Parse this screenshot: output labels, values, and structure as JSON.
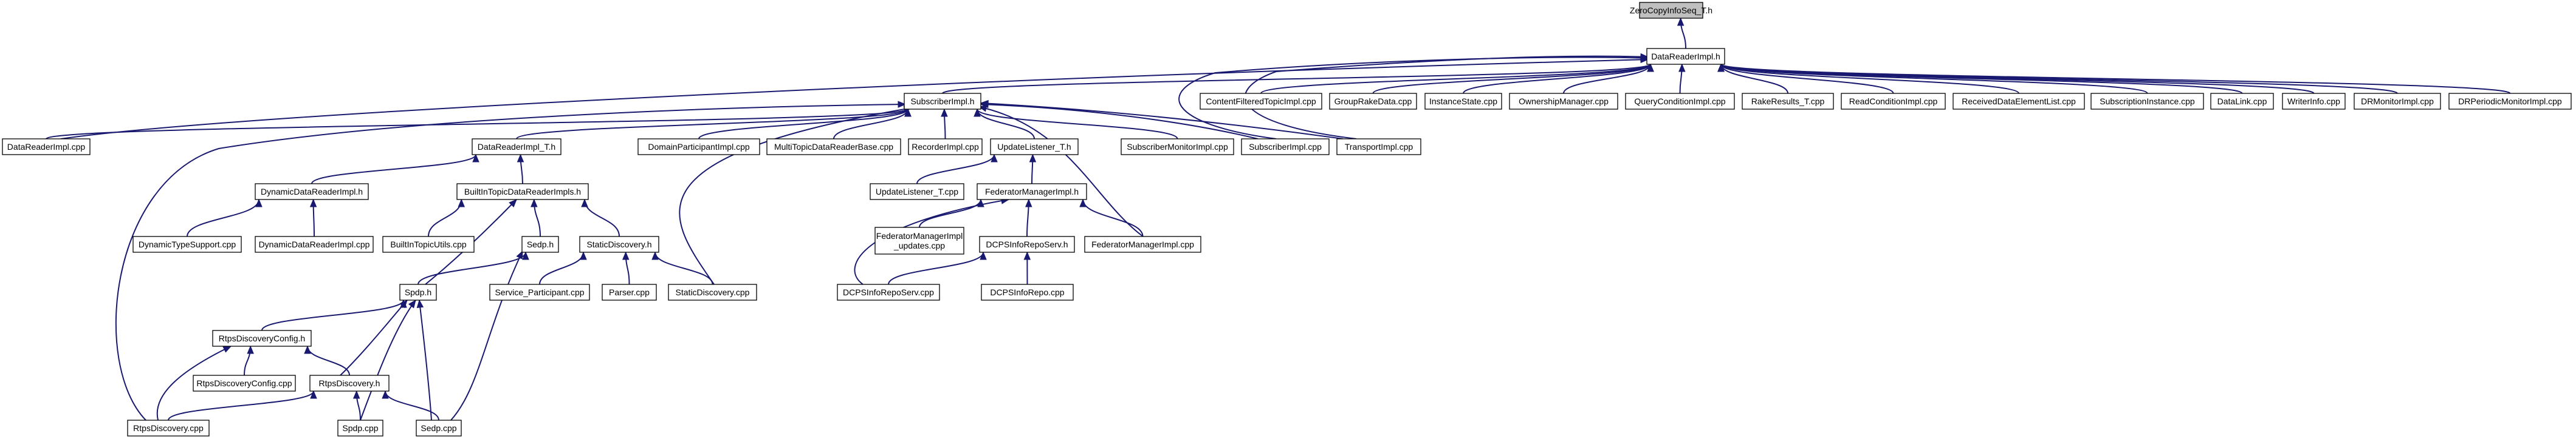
{
  "diagram": {
    "nodes": [
      {
        "id": "zerocopy",
        "label": "ZeroCopyInfoSeq_T.h",
        "root": true
      },
      {
        "id": "dri_h",
        "label": "DataReaderImpl.h"
      },
      {
        "id": "subimpl_h",
        "label": "SubscriberImpl.h"
      },
      {
        "id": "cft",
        "label": "ContentFilteredTopicImpl.cpp"
      },
      {
        "id": "grd",
        "label": "GroupRakeData.cpp"
      },
      {
        "id": "inst",
        "label": "InstanceState.cpp"
      },
      {
        "id": "own",
        "label": "OwnershipManager.cpp"
      },
      {
        "id": "qc",
        "label": "QueryConditionImpl.cpp"
      },
      {
        "id": "rake",
        "label": "RakeResults_T.cpp"
      },
      {
        "id": "readc",
        "label": "ReadConditionImpl.cpp"
      },
      {
        "id": "rdel",
        "label": "ReceivedDataElementList.cpp"
      },
      {
        "id": "subinst",
        "label": "SubscriptionInstance.cpp"
      },
      {
        "id": "dlink",
        "label": "DataLink.cpp"
      },
      {
        "id": "winfo",
        "label": "WriterInfo.cpp"
      },
      {
        "id": "drmon",
        "label": "DRMonitorImpl.cpp"
      },
      {
        "id": "drper",
        "label": "DRPeriodicMonitorImpl.cpp"
      },
      {
        "id": "dri_cpp",
        "label": "DataReaderImpl.cpp"
      },
      {
        "id": "dri_t",
        "label": "DataReaderImpl_T.h"
      },
      {
        "id": "dpi",
        "label": "DomainParticipantImpl.cpp"
      },
      {
        "id": "mtdrb",
        "label": "MultiTopicDataReaderBase.cpp"
      },
      {
        "id": "recimpl",
        "label": "RecorderImpl.cpp"
      },
      {
        "id": "ul_t_h",
        "label": "UpdateListener_T.h"
      },
      {
        "id": "submon",
        "label": "SubscriberMonitorImpl.cpp"
      },
      {
        "id": "subimpl_cpp",
        "label": "SubscriberImpl.cpp"
      },
      {
        "id": "transport",
        "label": "TransportImpl.cpp"
      },
      {
        "id": "ddri_h",
        "label": "DynamicDataReaderImpl.h"
      },
      {
        "id": "bitdri_h",
        "label": "BuiltInTopicDataReaderImpls.h"
      },
      {
        "id": "ul_t_cpp",
        "label": "UpdateListener_T.cpp"
      },
      {
        "id": "fmi_h",
        "label": "FederatorManagerImpl.h"
      },
      {
        "id": "dts",
        "label": "DynamicTypeSupport.cpp"
      },
      {
        "id": "ddri_cpp",
        "label": "DynamicDataReaderImpl.cpp"
      },
      {
        "id": "bitu",
        "label": "BuiltInTopicUtils.cpp"
      },
      {
        "id": "sedp_h",
        "label": "Sedp.h"
      },
      {
        "id": "sd_h",
        "label": "StaticDiscovery.h"
      },
      {
        "id": "fmi_upd",
        "label": "FederatorManagerImpl\n_updates.cpp"
      },
      {
        "id": "dcps_serv_h",
        "label": "DCPSInfoRepoServ.h"
      },
      {
        "id": "fmi_cpp",
        "label": "FederatorManagerImpl.cpp"
      },
      {
        "id": "spdp_h",
        "label": "Spdp.h"
      },
      {
        "id": "svc",
        "label": "Service_Participant.cpp"
      },
      {
        "id": "parser",
        "label": "Parser.cpp"
      },
      {
        "id": "sd_cpp",
        "label": "StaticDiscovery.cpp"
      },
      {
        "id": "dcps_serv_cpp",
        "label": "DCPSInfoRepoServ.cpp"
      },
      {
        "id": "dcps_repo",
        "label": "DCPSInfoRepo.cpp"
      },
      {
        "id": "rdc_h",
        "label": "RtpsDiscoveryConfig.h"
      },
      {
        "id": "rdc_cpp",
        "label": "RtpsDiscoveryConfig.cpp"
      },
      {
        "id": "rd_h",
        "label": "RtpsDiscovery.h"
      },
      {
        "id": "rd_cpp",
        "label": "RtpsDiscovery.cpp"
      },
      {
        "id": "spdp_cpp",
        "label": "Spdp.cpp"
      },
      {
        "id": "sedp_cpp",
        "label": "Sedp.cpp"
      }
    ],
    "edges": [
      [
        "dri_h",
        "zerocopy"
      ],
      [
        "subimpl_h",
        "dri_h"
      ],
      [
        "cft",
        "dri_h"
      ],
      [
        "grd",
        "dri_h"
      ],
      [
        "inst",
        "dri_h"
      ],
      [
        "own",
        "dri_h"
      ],
      [
        "qc",
        "dri_h"
      ],
      [
        "rake",
        "dri_h"
      ],
      [
        "readc",
        "dri_h"
      ],
      [
        "rdel",
        "dri_h"
      ],
      [
        "subinst",
        "dri_h"
      ],
      [
        "dlink",
        "dri_h"
      ],
      [
        "winfo",
        "dri_h"
      ],
      [
        "drmon",
        "dri_h"
      ],
      [
        "drper",
        "dri_h"
      ],
      [
        "dri_cpp",
        "dri_h"
      ],
      [
        "subimpl_cpp",
        "dri_h"
      ],
      [
        "transport",
        "dri_h"
      ],
      [
        "dri_cpp",
        "subimpl_h"
      ],
      [
        "dri_t",
        "subimpl_h"
      ],
      [
        "dpi",
        "subimpl_h"
      ],
      [
        "mtdrb",
        "subimpl_h"
      ],
      [
        "recimpl",
        "subimpl_h"
      ],
      [
        "ul_t_h",
        "subimpl_h"
      ],
      [
        "submon",
        "subimpl_h"
      ],
      [
        "subimpl_cpp",
        "subimpl_h"
      ],
      [
        "transport",
        "subimpl_h"
      ],
      [
        "fmi_cpp",
        "subimpl_h"
      ],
      [
        "sd_cpp",
        "subimpl_h"
      ],
      [
        "rd_cpp",
        "subimpl_h"
      ],
      [
        "ddri_h",
        "dri_t"
      ],
      [
        "bitdri_h",
        "dri_t"
      ],
      [
        "ul_t_cpp",
        "ul_t_h"
      ],
      [
        "fmi_h",
        "ul_t_h"
      ],
      [
        "dts",
        "ddri_h"
      ],
      [
        "ddri_cpp",
        "ddri_h"
      ],
      [
        "bitu",
        "bitdri_h"
      ],
      [
        "sedp_h",
        "bitdri_h"
      ],
      [
        "sd_h",
        "bitdri_h"
      ],
      [
        "spdp_h",
        "bitdri_h"
      ],
      [
        "fmi_upd",
        "fmi_h"
      ],
      [
        "dcps_serv_h",
        "fmi_h"
      ],
      [
        "fmi_cpp",
        "fmi_h"
      ],
      [
        "dcps_serv_cpp",
        "fmi_h"
      ],
      [
        "spdp_h",
        "sedp_h"
      ],
      [
        "sedp_cpp",
        "sedp_h"
      ],
      [
        "svc",
        "sd_h"
      ],
      [
        "parser",
        "sd_h"
      ],
      [
        "sd_cpp",
        "sd_h"
      ],
      [
        "dcps_serv_cpp",
        "dcps_serv_h"
      ],
      [
        "dcps_repo",
        "dcps_serv_h"
      ],
      [
        "rdc_h",
        "spdp_h"
      ],
      [
        "rd_h",
        "spdp_h"
      ],
      [
        "spdp_cpp",
        "spdp_h"
      ],
      [
        "sedp_cpp",
        "spdp_h"
      ],
      [
        "rdc_cpp",
        "rdc_h"
      ],
      [
        "rd_h",
        "rdc_h"
      ],
      [
        "rd_cpp",
        "rdc_h"
      ],
      [
        "rd_cpp",
        "rd_h"
      ],
      [
        "spdp_cpp",
        "rd_h"
      ],
      [
        "sedp_cpp",
        "rd_h"
      ]
    ]
  }
}
